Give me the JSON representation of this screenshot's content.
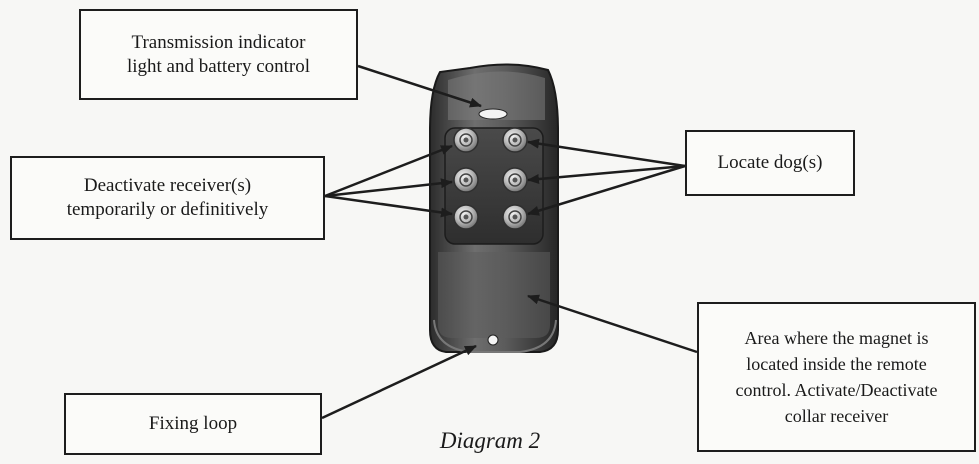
{
  "caption": "Diagram 2",
  "callouts": {
    "transmission": "Transmission indicator\nlight and battery control",
    "deactivate": "Deactivate receiver(s)\ntemporarily or definitively",
    "locate": "Locate dog(s)",
    "magnet": "Area where the magnet is\nlocated inside the remote\ncontrol. Activate/Deactivate\ncollar receiver",
    "fixing": "Fixing loop"
  },
  "remote": {
    "button_rows": 3,
    "button_columns": 2
  },
  "colors": {
    "remote_body": "#3a3a3a",
    "remote_highlight": "#8a8a8a",
    "button_ring": "#c9c9c9",
    "line": "#1d1d1d"
  }
}
